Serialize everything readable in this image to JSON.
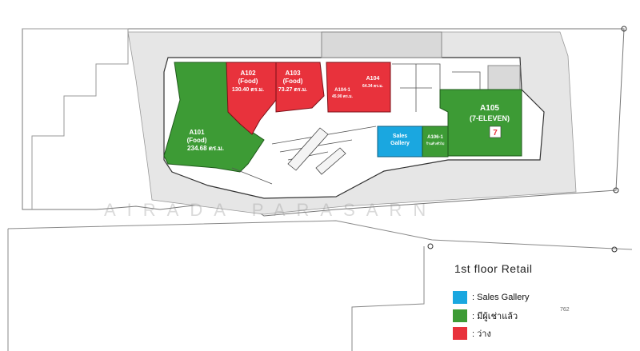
{
  "units": {
    "a101": {
      "id": "A101",
      "use": "(Food)",
      "area": "234.68 ตร.ม."
    },
    "a102": {
      "id": "A102",
      "use": "(Food)",
      "area": "130.40 ตร.ม."
    },
    "a103": {
      "id": "A103",
      "use": "(Food)",
      "area": "73.27 ตร.ม."
    },
    "a104": {
      "id": "A104",
      "area": "64.34 ตร.ม."
    },
    "a104_1": {
      "id": "A104-1",
      "area": "45.90 ตร.ม."
    },
    "a105": {
      "id": "A105",
      "tenant": "(7-ELEVEN)"
    },
    "a106_1": {
      "id": "A106-1",
      "area": "ร้านค้า/ทั่วไป"
    },
    "sales_gallery": {
      "line1": "Sales",
      "line2": "Gallery"
    }
  },
  "watermark": "AIRADA PARASARN",
  "scale_note": "762",
  "legend": {
    "title": "1st floor Retail",
    "items": [
      {
        "label": ": Sales Gallery",
        "color": "#1aa7e0"
      },
      {
        "label": ": มีผู้เช่าแล้ว",
        "color": "#3d9b35"
      },
      {
        "label": ": ว่าง",
        "color": "#e8323c"
      }
    ]
  },
  "colors": {
    "occupied": "#3d9b35",
    "vacant": "#e8323c",
    "sales": "#1aa7e0"
  }
}
